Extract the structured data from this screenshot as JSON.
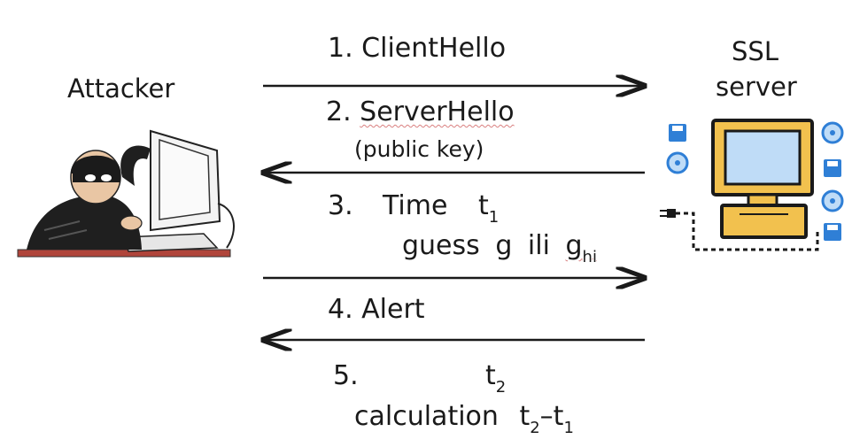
{
  "attacker": {
    "label": "Attacker"
  },
  "server": {
    "label_line1": "SSL",
    "label_line2": "server"
  },
  "steps": {
    "s1": {
      "text": "1. ClientHello"
    },
    "s2": {
      "text": "2. ServerHello",
      "note": "(public key)"
    },
    "s3": {
      "num": "3.",
      "time_word": "Time",
      "t_var": "t",
      "t_sub": "1",
      "guess_word": "guess",
      "g_var": "g",
      "ili": "ili",
      "g_hi": "g",
      "g_hi_sub": "hi"
    },
    "s4": {
      "text": "4. Alert"
    },
    "s5": {
      "num": "5.",
      "t2_var": "t",
      "t2_sub": "2",
      "calc_word": "calculation",
      "diff_a": "t",
      "diff_a_sub": "2",
      "diff_minus": "–",
      "diff_b": "t",
      "diff_b_sub": "1"
    }
  },
  "arrows": [
    {
      "from": "attacker",
      "to": "server",
      "step": 1
    },
    {
      "from": "server",
      "to": "attacker",
      "step": 2
    },
    {
      "from": "attacker",
      "to": "server",
      "step": 3
    },
    {
      "from": "server",
      "to": "attacker",
      "step": 4
    }
  ],
  "colors": {
    "arrow": "#1a1a1a",
    "server_frame": "#f2c14e",
    "server_screen": "#bfdcf7",
    "server_icon": "#2f7fd6"
  },
  "icons": {
    "attacker": "hacker-at-computer-icon",
    "server": "server-computer-icon"
  }
}
